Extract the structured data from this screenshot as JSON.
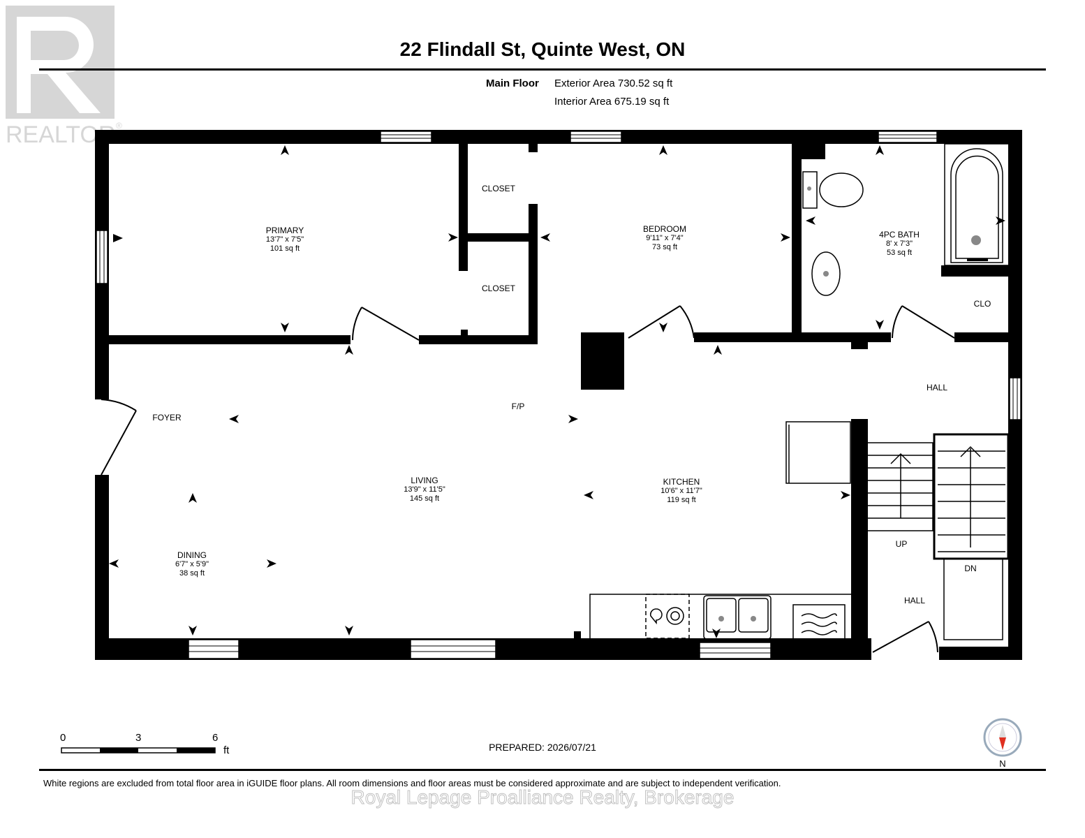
{
  "header": {
    "title": "22 Flindall St, Quinte West, ON",
    "floor_label": "Main Floor",
    "exterior_area": "Exterior Area 730.52 sq ft",
    "interior_area": "Interior Area 675.19 sq ft"
  },
  "logo": {
    "text": "REALTOR",
    "mark": "®"
  },
  "rooms": {
    "primary": {
      "name": "PRIMARY",
      "dims": "13'7\" x 7'5\"",
      "area": "101 sq ft"
    },
    "bedroom": {
      "name": "BEDROOM",
      "dims": "9'11\" x 7'4\"",
      "area": "73 sq ft"
    },
    "bath": {
      "name": "4PC BATH",
      "dims": "8' x 7'3\"",
      "area": "53 sq ft"
    },
    "living": {
      "name": "LIVING",
      "dims": "13'9\" x 11'5\"",
      "area": "145 sq ft"
    },
    "kitchen": {
      "name": "KITCHEN",
      "dims": "10'6\" x 11'7\"",
      "area": "119 sq ft"
    },
    "dining": {
      "name": "DINING",
      "dims": "6'7\" x 5'9\"",
      "area": "38 sq ft"
    },
    "closet1": "CLOSET",
    "closet2": "CLOSET",
    "clo": "CLO",
    "hall1": "HALL",
    "hall2": "HALL",
    "foyer": "FOYER",
    "fp": "F/P",
    "up": "UP",
    "dn": "DN"
  },
  "scale": {
    "ticks": [
      "0",
      "3",
      "6"
    ],
    "unit": "ft"
  },
  "prepared": "PREPARED: 2026/07/21",
  "compass_label": "N",
  "disclaimer": "White regions are excluded from total floor area in iGUIDE floor plans. All room dimensions and floor areas must be considered approximate and are subject to independent verification.",
  "watermark": "Royal Lepage Proalliance Realty, Brokerage",
  "colors": {
    "wall": "#000000",
    "compass_needle": "#e03020",
    "logo": "#d6d6d6"
  }
}
